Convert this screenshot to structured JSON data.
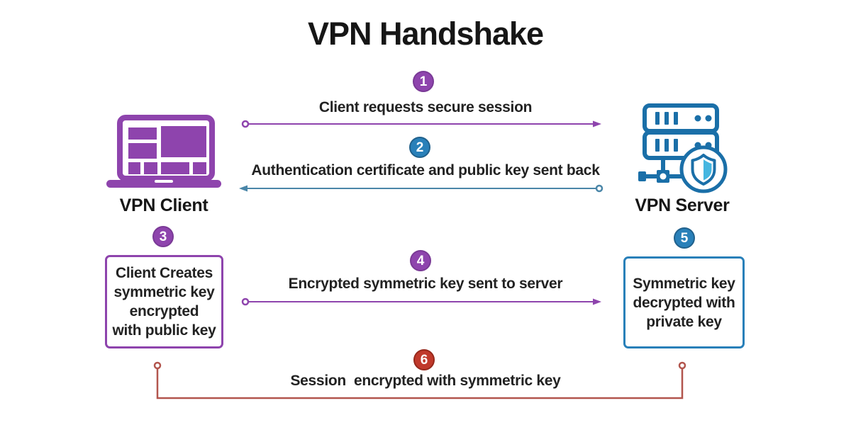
{
  "title": "VPN Handshake",
  "colors": {
    "purple": "#8e44ad",
    "purple_dark": "#7a3a96",
    "blue": "#2980b9",
    "blue_dark": "#21618c",
    "steel_blue": "#4a86a8",
    "server_blue": "#1a6fa8",
    "red": "#c0392b",
    "red_dark": "#96281b",
    "brick_red": "#b2554d",
    "shield_blue": "#45b6e0",
    "text": "#1e1e1e"
  },
  "client": {
    "label": "VPN Client",
    "icon": "laptop-icon"
  },
  "server": {
    "label": "VPN Server",
    "icon": "server-shield-icon"
  },
  "steps": [
    {
      "number": "1",
      "label": "Client requests secure session",
      "direction": "client-to-server",
      "color": "purple"
    },
    {
      "number": "2",
      "label": "Authentication certificate and public key sent back",
      "direction": "server-to-client",
      "color": "blue"
    },
    {
      "number": "3",
      "label": "Client Creates\nsymmetric key\nencrypted\nwith public key",
      "type": "box",
      "side": "client",
      "color": "purple"
    },
    {
      "number": "4",
      "label": "Encrypted symmetric key sent to server",
      "direction": "client-to-server",
      "color": "purple"
    },
    {
      "number": "5",
      "label": "Symmetric key\ndecrypted with\nprivate key",
      "type": "box",
      "side": "server",
      "color": "blue"
    },
    {
      "number": "6",
      "label": "Session  encrypted with symmetric key",
      "direction": "session",
      "color": "red"
    }
  ]
}
